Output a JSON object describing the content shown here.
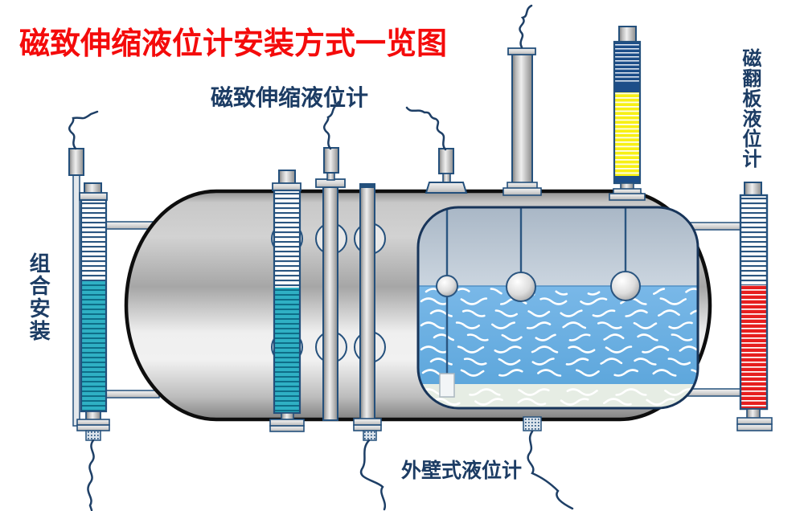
{
  "title": {
    "text": "磁致伸缩液位计安装方式一览图"
  },
  "labels": {
    "top_gauge": "磁致伸缩液位计",
    "left_combined": "组合安装",
    "right_flap": "磁翻板液位计",
    "bottom_external": "外壁式液位计"
  },
  "colors": {
    "title_red": "#f40b0b",
    "label_navy": "#1c3c64",
    "outline_navy": "#24507c",
    "teal": "#2fb0c4",
    "teal_dark": "#0e6e88",
    "red": "#e61e1e",
    "yellow": "#f7f014",
    "navy_band": "#1d4e89",
    "water_blue": "#79b8e8",
    "water_deep": "#5ea7dc",
    "pale_band": "#e6ede4"
  },
  "components": {
    "tank": "horizontal-vessel",
    "left": "combined-install-gauge",
    "middle": "magnetostrictive-gauge-through-tank",
    "top": "top-mounted-probes",
    "right": "magnetic-flap-gauge",
    "bottom": "external-wall-gauge"
  }
}
